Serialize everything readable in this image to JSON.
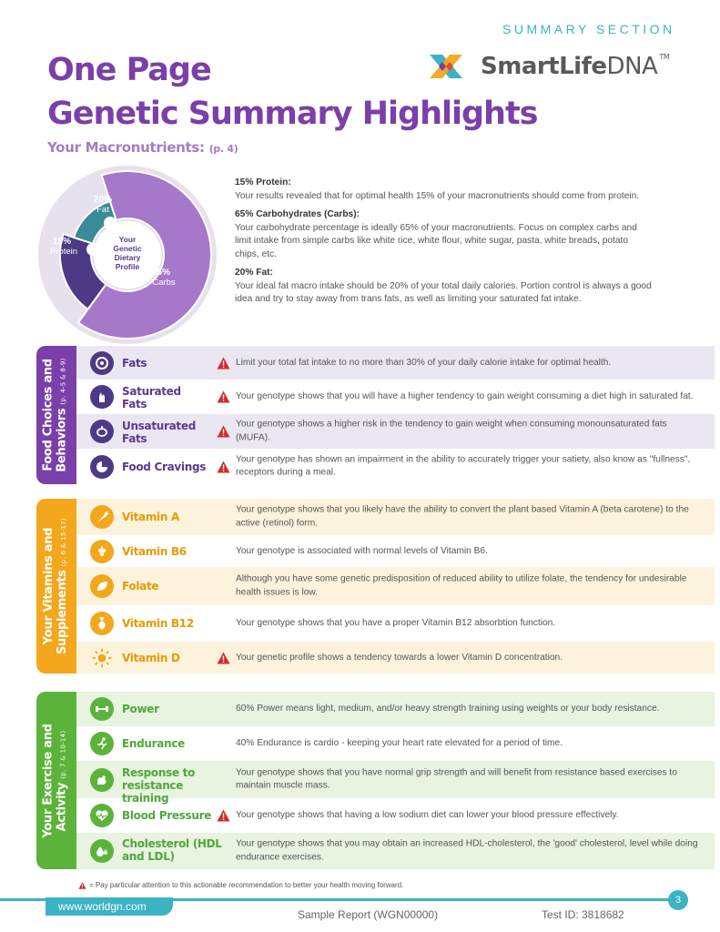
{
  "header": {
    "section_label": "SUMMARY SECTION",
    "logo_bold": "SmartLife",
    "logo_light": "DNA",
    "logo_tm": "TM",
    "title_line1": "One Page",
    "title_line2": "Genetic Summary Highlights",
    "subtitle": "Your Macronutrients:",
    "subtitle_page": "(p. 4)"
  },
  "donut": {
    "center_lines": [
      "Your",
      "Genetic",
      "Dietary",
      "Profile"
    ],
    "slices": [
      {
        "name": "Carbs",
        "percent": "65%",
        "value": 65,
        "color": "#a678c9"
      },
      {
        "name": "Fat",
        "percent": "20%",
        "value": 20,
        "color": "#4d3a86"
      },
      {
        "name": "Protein",
        "percent": "15%",
        "value": 15,
        "color": "#3a8a97"
      }
    ]
  },
  "macros": [
    {
      "heading": "15% Protein:",
      "body": "Your results revealed that for optimal health 15% of your macronutrients should come from protein."
    },
    {
      "heading": "65% Carbohydrates (Carbs):",
      "body": "Your carbohydrate percentage is ideally 65% of your macronutrients. Focus on complex carbs and limit intake from simple carbs like white rice, white flour, white sugar, pasta, white breads, potato chips, etc."
    },
    {
      "heading": "20% Fat:",
      "body": "Your ideal fat macro intake should be 20% of your total daily calories. Portion control is always a good idea and try to stay away from trans fats, as well as limiting your saturated fat intake."
    }
  ],
  "sections": {
    "food": {
      "title_line1": "Food Choices and",
      "title_line2": "Behaviors",
      "pages": "(p. 4-5 & 8-9)",
      "rows": [
        {
          "label": "Fats",
          "text": "Limit your total fat intake to no more than 30% of your daily calorie intake for optimal health.",
          "warn": true
        },
        {
          "label": "Saturated Fats",
          "text": "Your genotype shows that you will have a higher tendency to gain weight consuming a diet high in saturated fat.",
          "warn": true
        },
        {
          "label": "Unsaturated Fats",
          "text": "Your genotype shows a higher risk in the tendency to gain weight when consuming monounsaturated fats (MUFA).",
          "warn": true
        },
        {
          "label": "Food Cravings",
          "text": "Your genotype has shown an impairment in the ability to accurately trigger your satiety, also know as \"fullness\", receptors during a meal.",
          "warn": true
        }
      ]
    },
    "vitamins": {
      "title_line1": "Your Vitamins and",
      "title_line2": "Supplements",
      "pages": "(p. 6 & 15-17)",
      "rows": [
        {
          "label": "Vitamin A",
          "text": "Your genotype shows that you likely have the ability to convert the plant based Vitamin A (beta carotene) to the active (retinol) form.",
          "warn": false
        },
        {
          "label": "Vitamin B6",
          "text": "Your genotype is associated with normal levels of Vitamin B6.",
          "warn": false
        },
        {
          "label": "Folate",
          "text": "Although you have some genetic predisposition of reduced ability to utilize folate, the tendency for undesirable health issues is low.",
          "warn": false
        },
        {
          "label": "Vitamin B12",
          "text": "Your genotype shows that you have a proper Vitamin B12 absorbtion function.",
          "warn": false
        },
        {
          "label": "Vitamin D",
          "text": "Your genetic profile shows a tendency towards a lower Vitamin D concentration.",
          "warn": true
        }
      ]
    },
    "exercise": {
      "title_line1": "Your Exercise and",
      "title_line2": "Activity",
      "pages": "(p. 7 & 10-14)",
      "rows": [
        {
          "label": "Power",
          "text": "60% Power means light, medium, and/or heavy strength training using weights or your body resistance.",
          "warn": false
        },
        {
          "label": "Endurance",
          "text": "40% Endurance is cardio - keeping your heart rate elevated for a period of time.",
          "warn": false
        },
        {
          "label": "Response to resistance training",
          "text": "Your genotype shows that you have normal grip strength and will benefit from resistance based exercises to maintain muscle mass.",
          "warn": false
        },
        {
          "label": "Blood Pressure",
          "text": "Your genotype shows that having a low sodium diet can lower your blood pressure effectively.",
          "warn": true
        },
        {
          "label": "Cholesterol (HDL and LDL)",
          "text": "Your genotype shows that you may obtain an increased HDL-cholesterol, the 'good' cholesterol, level while doing endurance exercises.",
          "warn": false
        }
      ]
    }
  },
  "footnote": "= Pay particular attention to this actionable recommendation to better your health moving forward.",
  "footer": {
    "url": "www.worldgn.com",
    "page_number": "3",
    "sample": "Sample Report (WGN00000)",
    "test_id": "Test ID: 3818682"
  },
  "colors": {
    "purple": "#7a3fa8",
    "purple_band": "#7a3fa8",
    "yellow_band": "#f2a71c",
    "green_band": "#5cb33b",
    "teal": "#3bb3c3",
    "warn_red": "#d52b2b"
  }
}
